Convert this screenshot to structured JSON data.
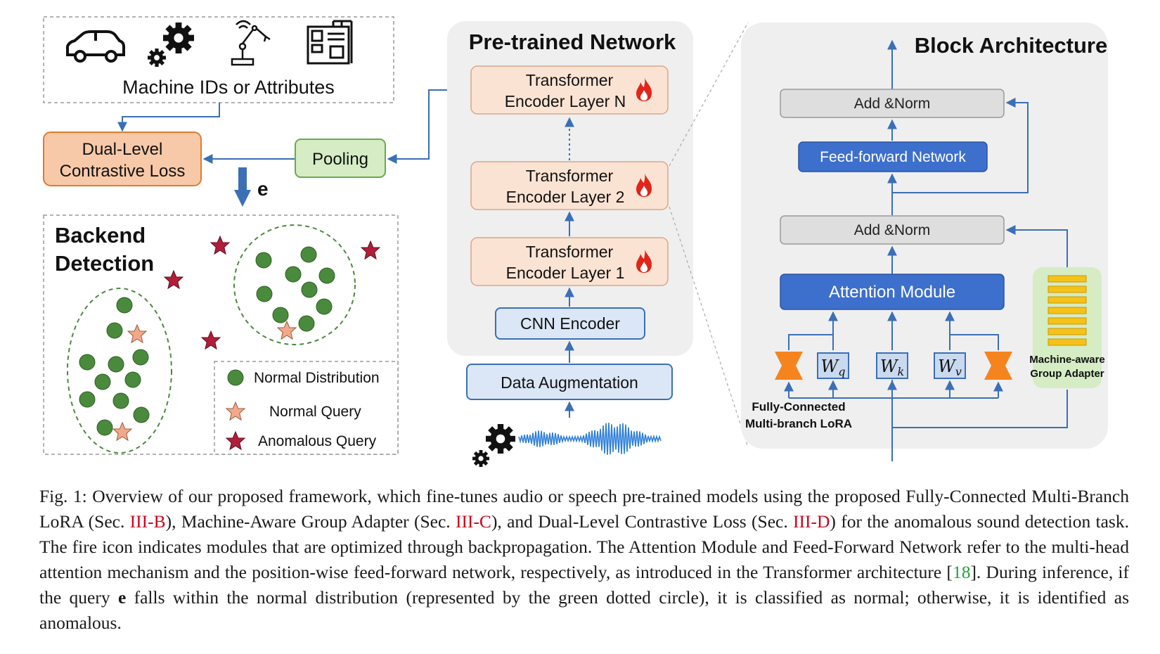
{
  "figure": {
    "machine_box_label": "Machine IDs or Attributes",
    "loss_line1": "Dual-Level",
    "loss_line2": "Contrastive Loss",
    "pooling": "Pooling",
    "embedding_symbol": "e",
    "backend_line1": "Backend",
    "backend_line2": "Detection",
    "legend": {
      "normal_distribution": "Normal Distribution",
      "normal_query": "Normal Query",
      "anomalous_query": "Anomalous Query"
    },
    "pretrained_title": "Pre-trained Network",
    "layer_n": [
      "Transformer",
      "Encoder Layer N"
    ],
    "layer_2": [
      "Transformer",
      "Encoder Layer 2"
    ],
    "layer_1": [
      "Transformer",
      "Encoder Layer 1"
    ],
    "cnn": "CNN Encoder",
    "augmentation": "Data Augmentation",
    "block_title": "Block Architecture",
    "add_norm_top": "Add &Norm",
    "ffn": "Feed-forward Network",
    "add_norm_bottom": "Add &Norm",
    "attention": "Attention Module",
    "wq_main": "W",
    "wq_sub": "q",
    "wk_main": "W",
    "wk_sub": "k",
    "wv_main": "W",
    "wv_sub": "v",
    "lora_line1": "Fully-Connected",
    "lora_line2": "Multi-branch LoRA",
    "adapter_line1": "Machine-aware",
    "adapter_line2": "Group Adapter"
  },
  "caption": {
    "p1": "Fig. 1: Overview of our proposed framework, which fine-tunes audio or speech pre-trained models using the proposed Fully-Connected Multi-Branch LoRA (Sec. ",
    "ref1": "III-B",
    "p2": "), Machine-Aware Group Adapter (Sec. ",
    "ref2": "III-C",
    "p3": "), and Dual-Level Contrastive Loss (Sec. ",
    "ref3": "III-D",
    "p4": ") for the anomalous sound detection task. The fire icon indicates modules that are optimized through backpropagation. The Attention Module and Feed-Forward Network refer to the multi-head attention mechanism and the position-wise feed-forward network, respectively, as introduced in the Transformer architecture [",
    "ref4": "18",
    "p5": "]. During inference, if the query ",
    "symbol": "e",
    "p6": " falls within the normal distribution (represented by the green dotted circle), it is classified as normal; otherwise, it is identified as anomalous."
  },
  "colors": {
    "blue_line": "#3b6fb6",
    "fire": "#e1251b",
    "orange_box": "#f7c9a8",
    "green_box": "#d5ecc4",
    "dot_green": "#4a8a3c",
    "star_red": "#b01e3a",
    "star_peach": "#f2a98a",
    "attention_blue": "#3d6fcc",
    "adapter_yellow": "#f6c21a"
  }
}
